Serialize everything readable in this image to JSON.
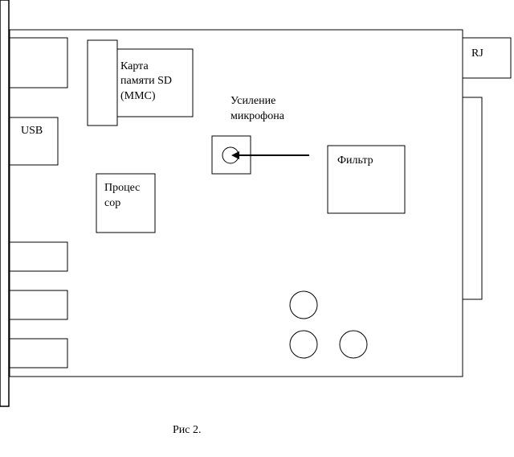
{
  "labels": {
    "sd_card_line1": "Карта",
    "sd_card_line2": "памяти SD",
    "sd_card_line3": "(MMC)",
    "usb": "USB",
    "processor_line1": "Процес",
    "processor_line2": "сор",
    "mic_gain_line1": "Усиление",
    "mic_gain_line2": "микрофона",
    "filter": "Фильтр",
    "rj": "RJ",
    "caption": "Рис 2."
  },
  "colors": {
    "stroke": "#000000",
    "background": "#ffffff"
  }
}
